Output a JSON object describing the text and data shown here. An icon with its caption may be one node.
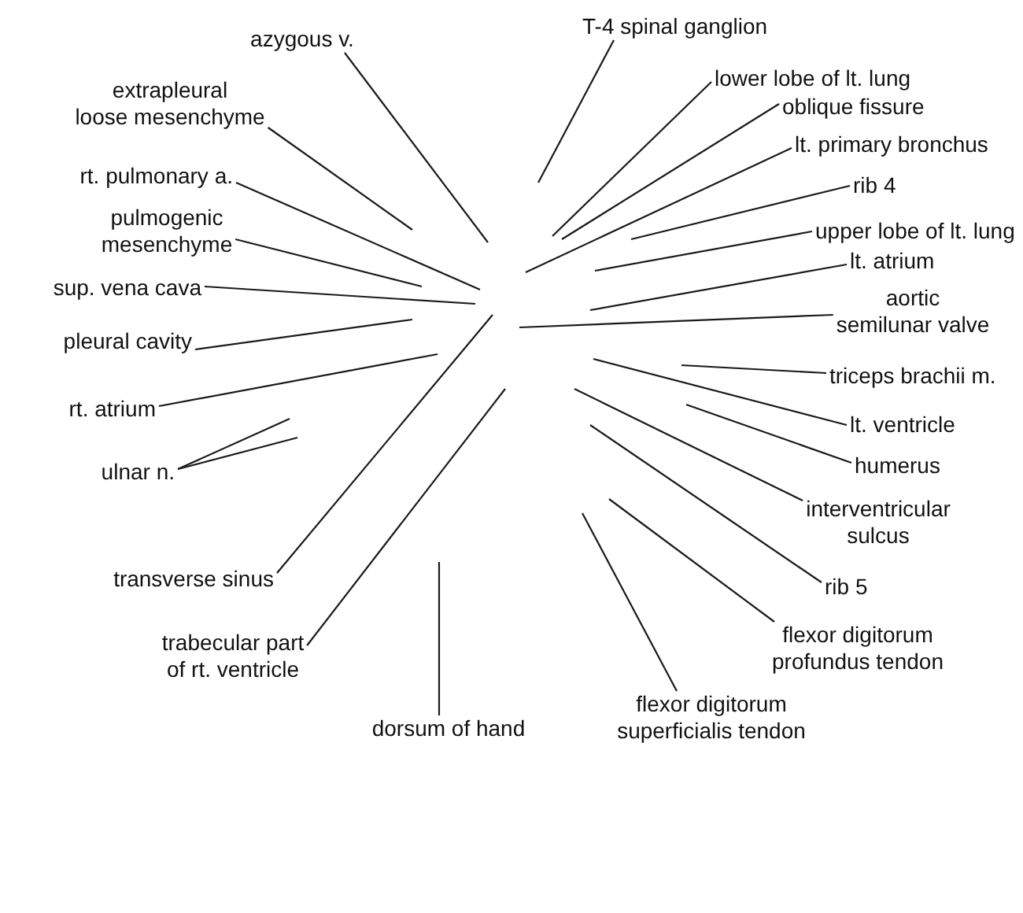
{
  "diagram": {
    "nodes": [
      {
        "text": [
          "azygous v."
        ]
      },
      {
        "text": [
          "T-4 spinal ganglion"
        ]
      },
      {
        "text": [
          "extrapleural loose mesenchyme"
        ]
      },
      {
        "text": [
          "lower lobe of lt. lung"
        ]
      },
      {
        "text": [
          "oblique fissure"
        ]
      },
      {
        "text": [
          "rt. pulmonary a."
        ]
      },
      {
        "text": [
          "lt. primary bronchus"
        ]
      },
      {
        "text": [
          "rib 4"
        ]
      },
      {
        "text": [
          "pulmogenic mesenchyme"
        ]
      },
      {
        "text": [
          "upper lobe of lt. lung"
        ]
      },
      {
        "text": [
          "sup. vena cava"
        ]
      },
      {
        "text": [
          "lt. atrium"
        ]
      },
      {
        "text": [
          "aortic semilunar valve"
        ]
      },
      {
        "text": [
          "pleural cavity"
        ]
      },
      {
        "text": [
          "triceps brachii m."
        ]
      },
      {
        "text": [
          "rt. atrium"
        ]
      },
      {
        "text": [
          "lt. ventricle"
        ]
      },
      {
        "text": [
          "humerus"
        ]
      },
      {
        "text": [
          "ulnar n."
        ]
      },
      {
        "text": [
          "interventricular sulcus"
        ]
      },
      {
        "text": [
          "transverse sinus"
        ]
      },
      {
        "text": [
          "rib 5"
        ]
      },
      {
        "text": [
          "trabecular part of rt. ventricle"
        ]
      },
      {
        "text": [
          "flexor digitorum profundus tendon"
        ]
      },
      {
        "text": [
          "flexor digitorum superficialis tendon"
        ]
      },
      {
        "text": [
          "dorsum of hand"
        ]
      }
    ],
    "edges": [
      {
        "from": 0,
        "to": null,
        "arrow": "none"
      },
      {
        "from": 1,
        "to": null,
        "arrow": "none"
      },
      {
        "from": 2,
        "to": null,
        "arrow": "none"
      },
      {
        "from": 3,
        "to": null,
        "arrow": "none"
      },
      {
        "from": 4,
        "to": null,
        "arrow": "none"
      },
      {
        "from": 5,
        "to": null,
        "arrow": "none"
      },
      {
        "from": 6,
        "to": null,
        "arrow": "none"
      },
      {
        "from": 7,
        "to": null,
        "arrow": "none"
      },
      {
        "from": 8,
        "to": null,
        "arrow": "none"
      },
      {
        "from": 9,
        "to": null,
        "arrow": "none"
      },
      {
        "from": 10,
        "to": null,
        "arrow": "none"
      },
      {
        "from": 11,
        "to": null,
        "arrow": "none"
      },
      {
        "from": 12,
        "to": null,
        "arrow": "none"
      },
      {
        "from": 13,
        "to": null,
        "arrow": "none"
      },
      {
        "from": 14,
        "to": null,
        "arrow": "none"
      },
      {
        "from": 15,
        "to": null,
        "arrow": "none"
      },
      {
        "from": 16,
        "to": null,
        "arrow": "none"
      },
      {
        "from": 17,
        "to": null,
        "arrow": "none"
      },
      {
        "from": 18,
        "to": null,
        "arrow": "none"
      },
      {
        "from": 18,
        "to": null,
        "arrow": "none"
      },
      {
        "from": 19,
        "to": null,
        "arrow": "none"
      },
      {
        "from": 20,
        "to": null,
        "arrow": "none"
      },
      {
        "from": 21,
        "to": null,
        "arrow": "none"
      },
      {
        "from": 22,
        "to": null,
        "arrow": "none"
      },
      {
        "from": 23,
        "to": null,
        "arrow": "none"
      },
      {
        "from": 24,
        "to": null,
        "arrow": "none"
      },
      {
        "from": 25,
        "to": null,
        "arrow": "none"
      }
    ]
  }
}
